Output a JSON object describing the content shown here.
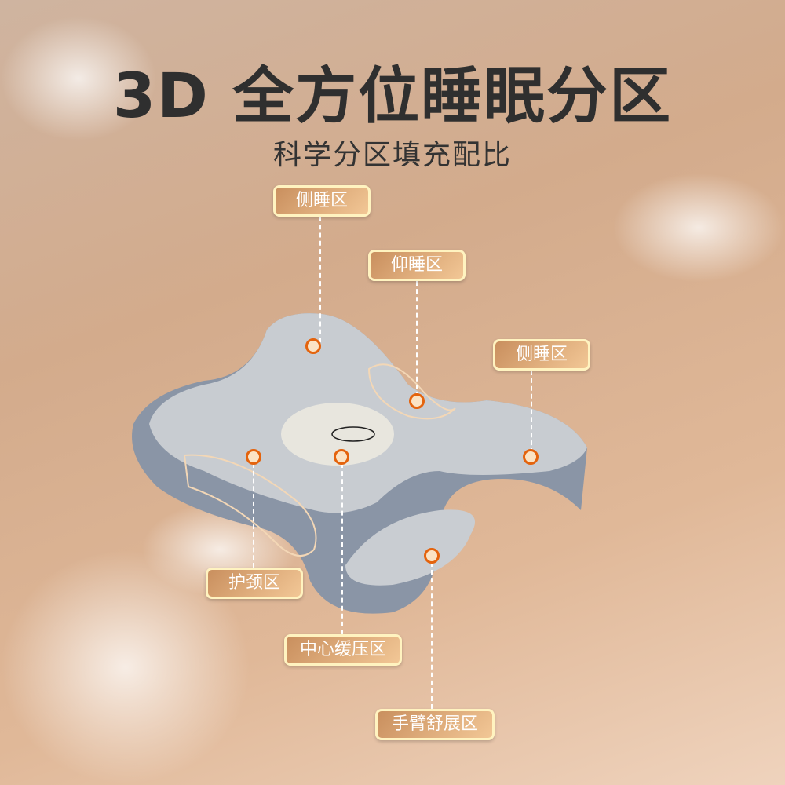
{
  "title": "3D 全方位睡眠分区",
  "subtitle": "科学分区填充配比",
  "zones": [
    {
      "label": "侧睡区"
    },
    {
      "label": "仰睡区"
    },
    {
      "label": "侧睡区"
    },
    {
      "label": "护颈区"
    },
    {
      "label": "中心缓压区"
    },
    {
      "label": "手臂舒展区"
    }
  ],
  "colors": {
    "title": "#2f2f2f",
    "tag_border": "#fff3c0",
    "dot_border": "#e4630d"
  }
}
